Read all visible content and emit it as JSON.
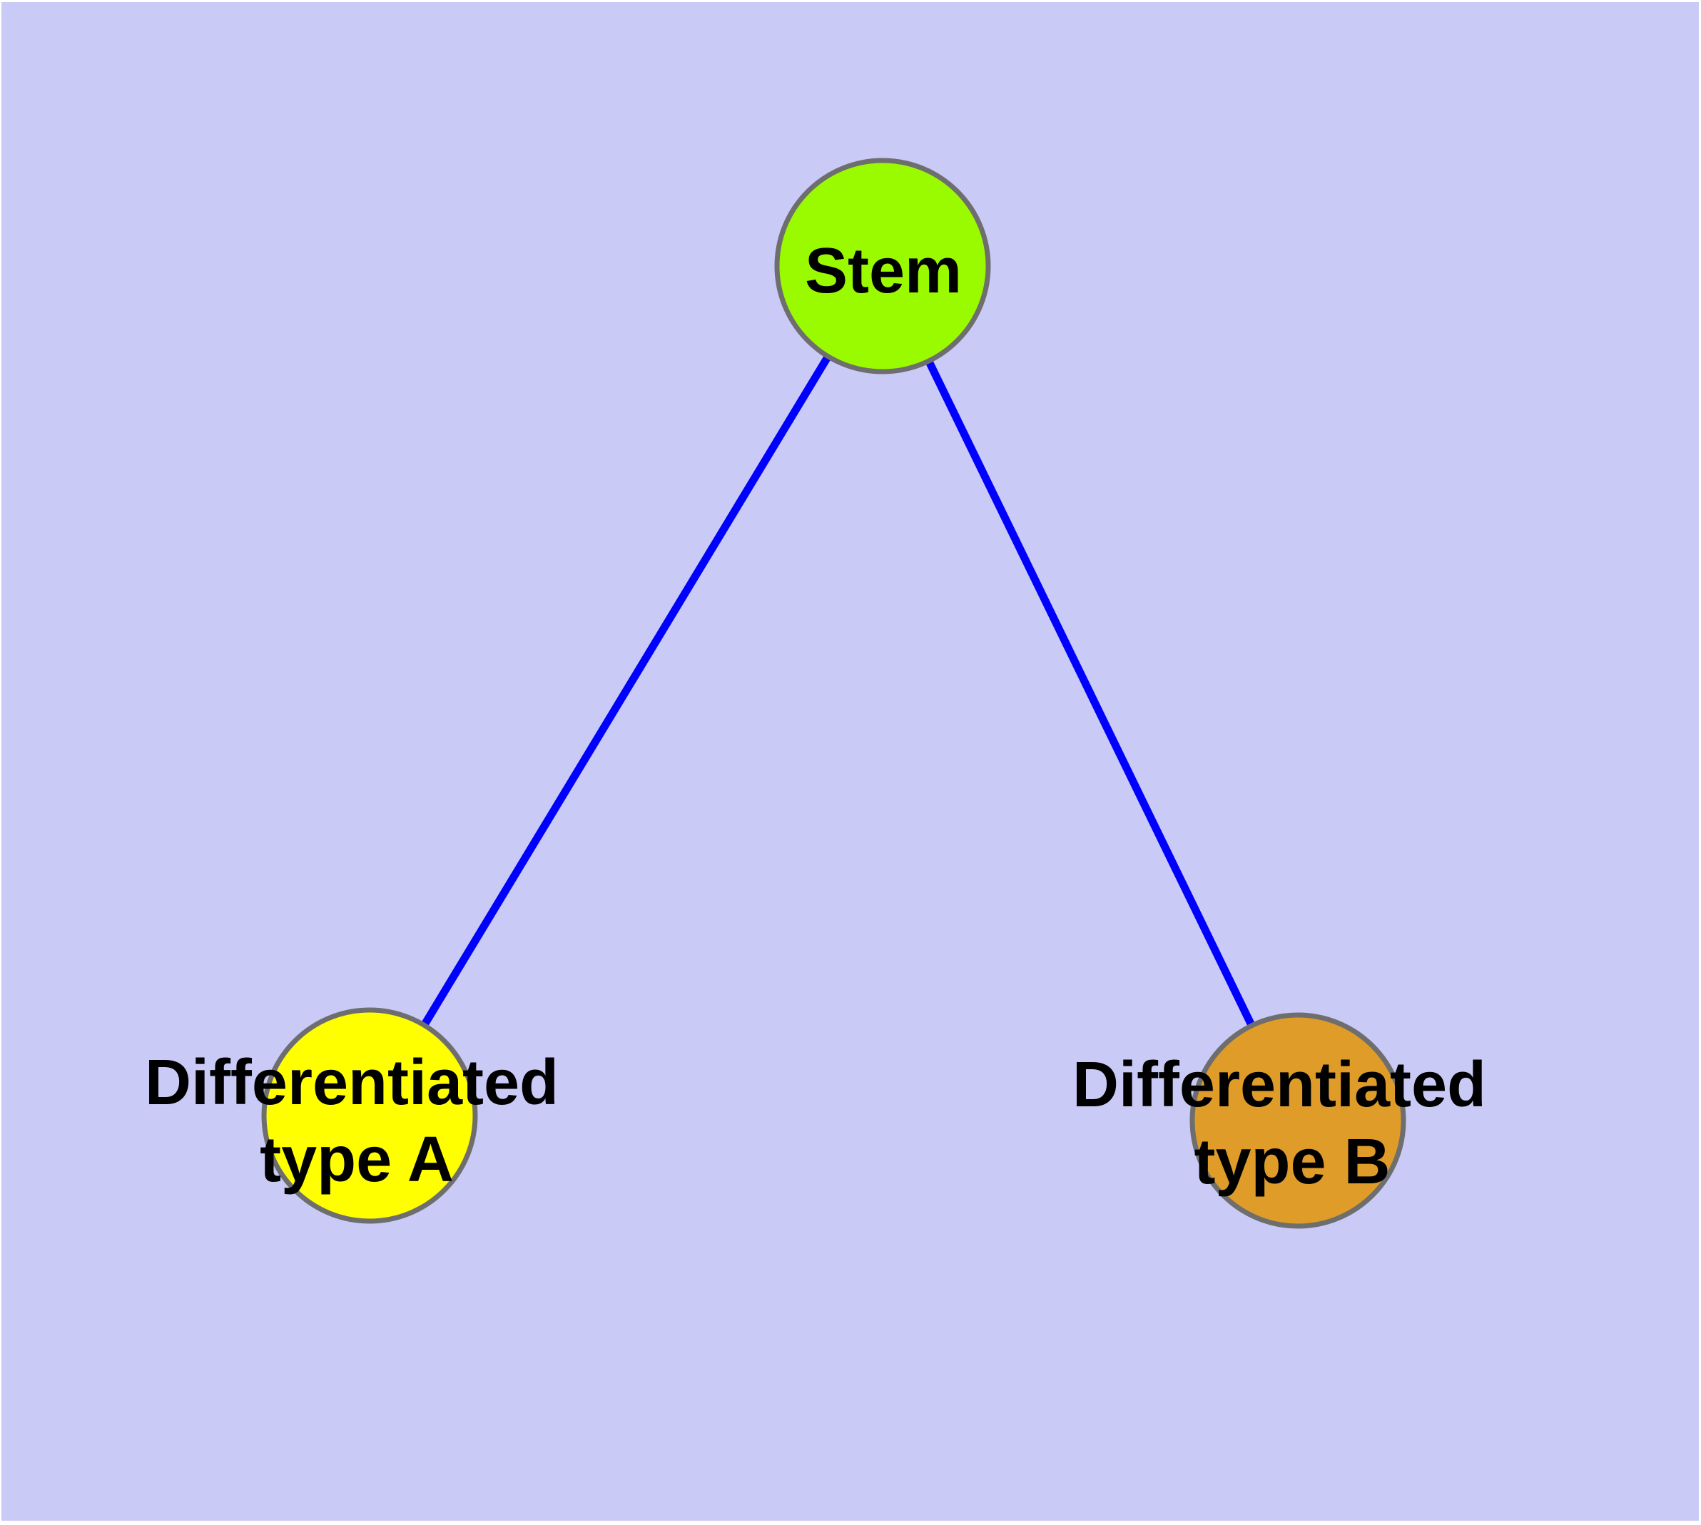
{
  "diagram": {
    "background_color": "#CACAF7",
    "node_border_color": "#6E6E6E",
    "edge_color": "#0000FF",
    "label_color": "#000000",
    "nodes": [
      {
        "id": "stem",
        "label": "Stem",
        "label_line1": "Stem",
        "label_line2": "",
        "fill_color": "#9AFB00"
      },
      {
        "id": "type-a",
        "label": "Differentiated type A",
        "label_line1": "Differentiated",
        "label_line2": "type A",
        "fill_color": "#FFFF00"
      },
      {
        "id": "type-b",
        "label": "Differentiated type B",
        "label_line1": "Differentiated",
        "label_line2": "type B",
        "fill_color": "#E09C28"
      }
    ],
    "edges": [
      {
        "from": "Stem",
        "to": "Differentiated type A"
      },
      {
        "from": "Stem",
        "to": "Differentiated type B"
      }
    ]
  }
}
